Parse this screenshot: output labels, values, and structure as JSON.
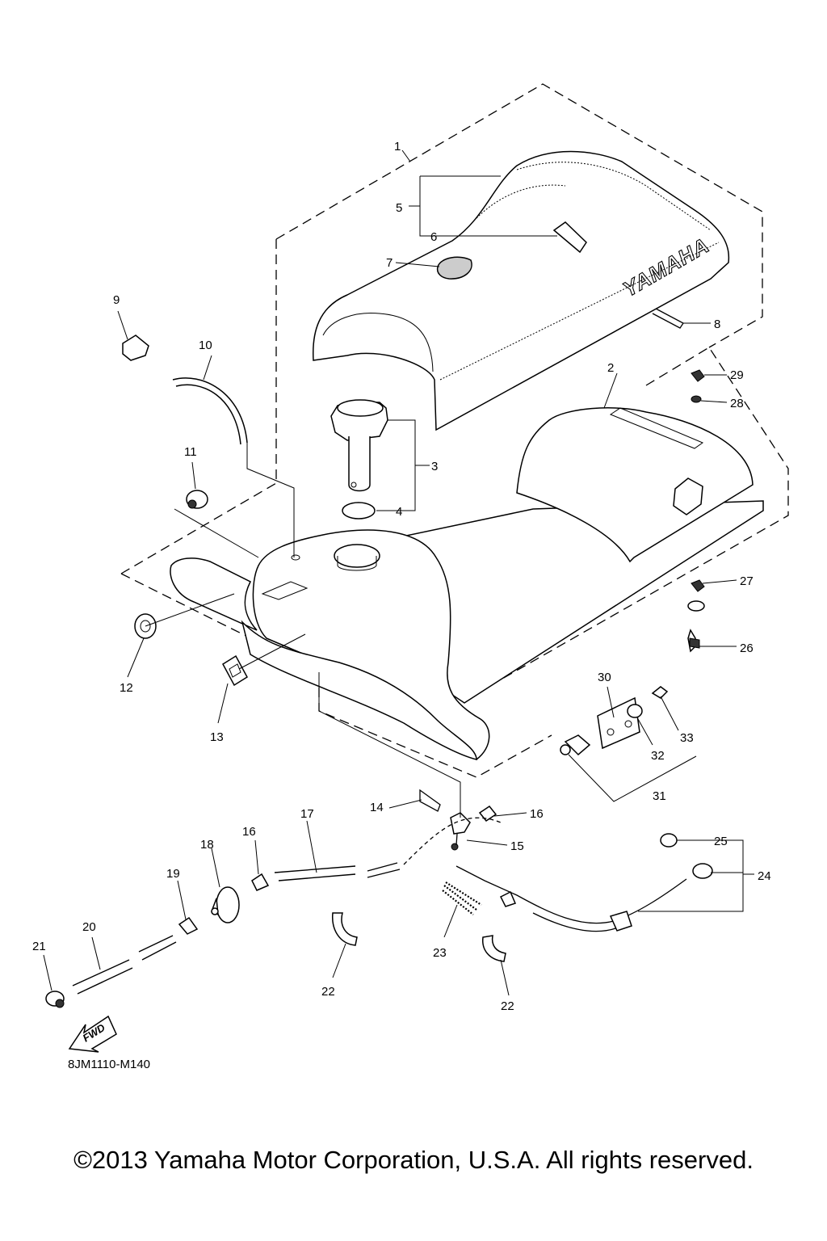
{
  "diagram": {
    "callouts": [
      "1",
      "2",
      "3",
      "4",
      "5",
      "6",
      "7",
      "8",
      "9",
      "10",
      "11",
      "12",
      "13",
      "14",
      "15",
      "16",
      "16",
      "17",
      "18",
      "19",
      "20",
      "21",
      "22",
      "22",
      "23",
      "24",
      "25",
      "26",
      "27",
      "28",
      "29",
      "30",
      "31",
      "32",
      "33"
    ],
    "brand_logo": "YAMAHA",
    "fwd_arrow_label": "FWD",
    "drawing_code": "8JM1110-M140"
  },
  "footer": {
    "copyright": "©2013 Yamaha Motor Corporation, U.S.A. All rights reserved."
  }
}
